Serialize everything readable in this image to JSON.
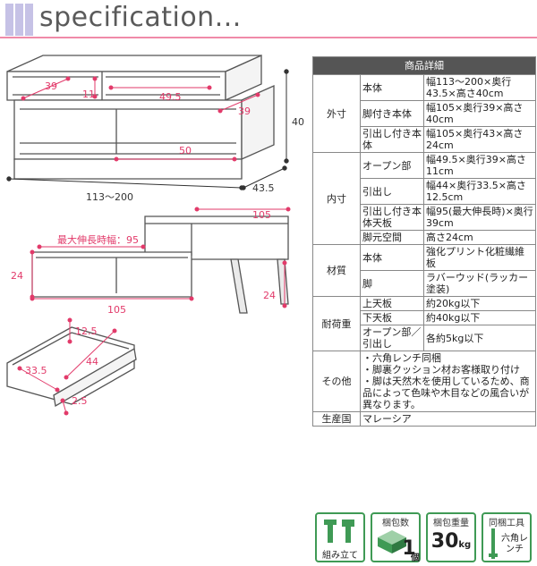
{
  "header": {
    "title": "specification..."
  },
  "drawing_labels": {
    "top_39": "39",
    "top_11": "11",
    "top_49_5": "49.5",
    "top_39b": "39",
    "top_40": "40",
    "top_50": "50",
    "top_43_5": "43.5",
    "top_width": "113〜200",
    "mid_105a": "105",
    "mid_max": "最大伸長時幅：95",
    "mid_24a": "24",
    "mid_24b": "24",
    "mid_105b": "105",
    "dr_12_5": "12.5",
    "dr_44": "44",
    "dr_33_5": "33.5",
    "dr_2_5": "2.5"
  },
  "spec": {
    "header": "商品詳細",
    "outer": {
      "label": "外寸",
      "rows": [
        {
          "k": "本体",
          "v": "幅113〜200×奥行43.5×高さ40cm"
        },
        {
          "k": "脚付き本体",
          "v": "幅105×奥行39×高さ40cm"
        },
        {
          "k": "引出し付き本体",
          "v": "幅105×奥行43×高さ24cm"
        }
      ]
    },
    "inner": {
      "label": "内寸",
      "rows": [
        {
          "k": "オープン部",
          "v": "幅49.5×奥行39×高さ11cm"
        },
        {
          "k": "引出し",
          "v": "幅44×奥行33.5×高さ12.5cm"
        },
        {
          "k": "引出し付き本体天板",
          "v": "幅95(最大伸長時)×奥行39cm"
        },
        {
          "k": "脚元空間",
          "v": "高さ24cm"
        }
      ]
    },
    "material": {
      "label": "材質",
      "rows": [
        {
          "k": "本体",
          "v": "強化プリント化粧繊維板"
        },
        {
          "k": "脚",
          "v": "ラバーウッド(ラッカー塗装)"
        }
      ]
    },
    "load": {
      "label": "耐荷重",
      "rows": [
        {
          "k": "上天板",
          "v": "約20kg以下"
        },
        {
          "k": "下天板",
          "v": "約40kg以下"
        },
        {
          "k": "オープン部／引出し",
          "v": "各約5kg以下"
        }
      ]
    },
    "other": {
      "label": "その他",
      "text": "・六角レンチ同梱\n・脚裏クッション材お客様取り付け\n・脚は天然木を使用しているため、商品によって色味や木目などの風合いが異なります。"
    },
    "origin": {
      "label": "生産国",
      "value": "マレーシア"
    }
  },
  "badges": {
    "assembly": {
      "caption": "組み立て"
    },
    "packages": {
      "caption": "梱包数",
      "value": "1",
      "unit": "個"
    },
    "weight": {
      "caption": "梱包重量",
      "value": "30",
      "unit": "kg"
    },
    "tools": {
      "caption": "同梱工具",
      "value": "六角レンチ"
    }
  }
}
